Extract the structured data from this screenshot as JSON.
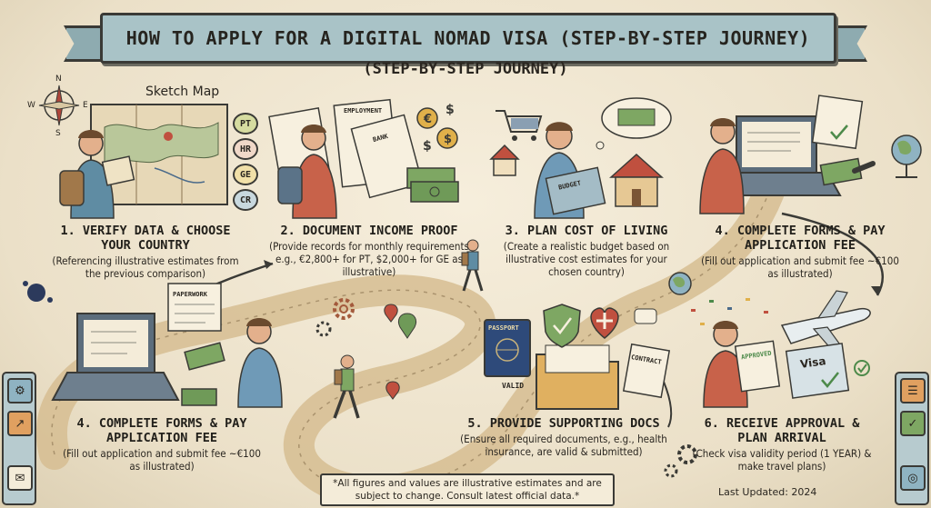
{
  "header": {
    "title": "HOW TO APPLY FOR A DIGITAL NOMAD VISA (STEP-BY-STEP JOURNEY)",
    "subtitle": "(STEP-BY-STEP JOURNEY)"
  },
  "sketch_map_label": "Sketch Map",
  "compass": {
    "n": "N",
    "w": "W",
    "e": "E",
    "s": "S"
  },
  "countries": [
    "PT",
    "HR",
    "GE",
    "CR"
  ],
  "steps": [
    {
      "title": "1. VERIFY DATA & CHOOSE YOUR COUNTRY",
      "desc": "(Referencing illustrative estimates from the previous comparison)"
    },
    {
      "title": "2. DOCUMENT INCOME PROOF",
      "desc": "(Provide records for monthly requirements e.g., €2,800+ for PT, $2,000+ for GE as illustrative)"
    },
    {
      "title": "3. PLAN COST OF LIVING",
      "desc": "(Create a realistic budget based on illustrative cost estimates for your chosen country)"
    },
    {
      "title": "4. COMPLETE FORMS & PAY APPLICATION FEE",
      "desc": "(Fill out application and submit fee ~€100 as illustrated)"
    },
    {
      "title": "4. COMPLETE FORMS & PAY APPLICATION FEE",
      "desc": "(Fill out application and submit fee ~€100 as illustrated)"
    },
    {
      "title": "5. PROVIDE SUPPORTING DOCS",
      "desc": "(Ensure all required documents, e.g., health insurance, are valid & submitted)"
    },
    {
      "title": "6. RECEIVE APPROVAL & PLAN ARRIVAL",
      "desc": "(Check visa validity period (1 YEAR) & make travel plans)"
    }
  ],
  "doc_labels": {
    "employment": "EMPLOYMENT",
    "bank": "BANK",
    "budget": "BUDGET",
    "paperwork": "PAPERWORK",
    "passport": "PASSPORT",
    "valid": "VALID",
    "contract": "CONTRACT",
    "approved": "APPROVED",
    "visa": "Visa"
  },
  "footer": {
    "disclaimer": "*All figures and values are illustrative estimates and are subject to change. Consult latest official data.*",
    "updated": "Last Updated: 2024"
  },
  "colors": {
    "banner": "#a9c3c7",
    "path": "#d9c29a",
    "paper": "#f4ecd9",
    "ink": "#2a2620",
    "money": "#6f9a58"
  }
}
